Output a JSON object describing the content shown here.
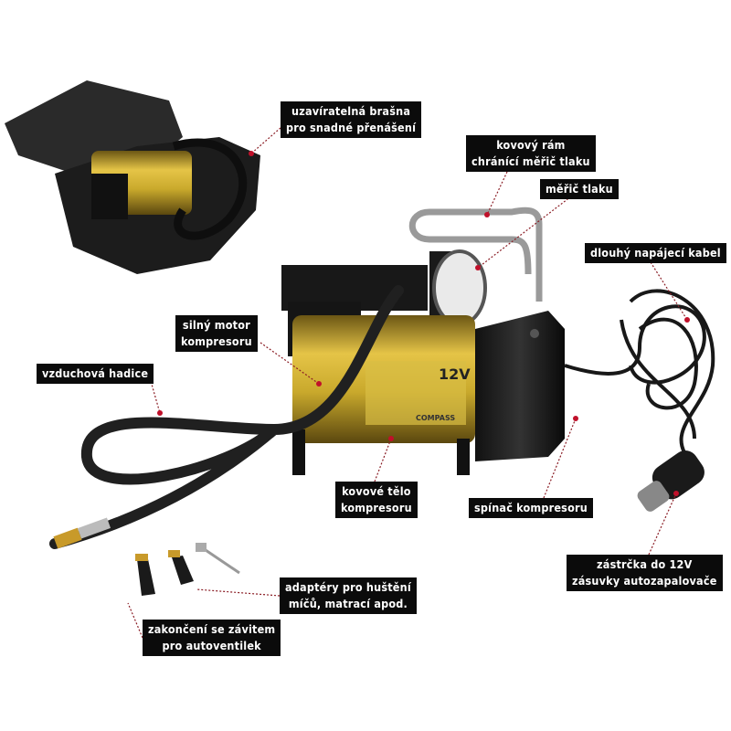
{
  "product_markings": {
    "voltage": "12V",
    "brand": "COMPASS"
  },
  "labels": [
    {
      "id": "bag",
      "lines": [
        "uzavíratelná brašna",
        "pro snadné přenášení"
      ]
    },
    {
      "id": "frame",
      "lines": [
        "kovový rám",
        "chránící měřič tlaku"
      ]
    },
    {
      "id": "gauge",
      "lines": [
        "měřič tlaku"
      ]
    },
    {
      "id": "cable",
      "lines": [
        "dlouhý napájecí kabel"
      ]
    },
    {
      "id": "motor",
      "lines": [
        "silný motor",
        "kompresoru"
      ]
    },
    {
      "id": "hose",
      "lines": [
        "vzduchová hadice"
      ]
    },
    {
      "id": "body",
      "lines": [
        "kovové tělo",
        "kompresoru"
      ]
    },
    {
      "id": "switch",
      "lines": [
        "spínač kompresoru"
      ]
    },
    {
      "id": "plug",
      "lines": [
        "zástrčka do 12V",
        "zásuvky autozapalovače"
      ]
    },
    {
      "id": "adapters",
      "lines": [
        "adaptéry pro huštění",
        "míčů, matrací apod."
      ]
    },
    {
      "id": "thread",
      "lines": [
        "zakončení se závitem",
        "pro autoventilek"
      ]
    }
  ],
  "colors": {
    "label_bg": "#0b0b0b",
    "label_text": "#ffffff",
    "leader": "#8a1c24",
    "body_yellow": "#c9a92c"
  }
}
